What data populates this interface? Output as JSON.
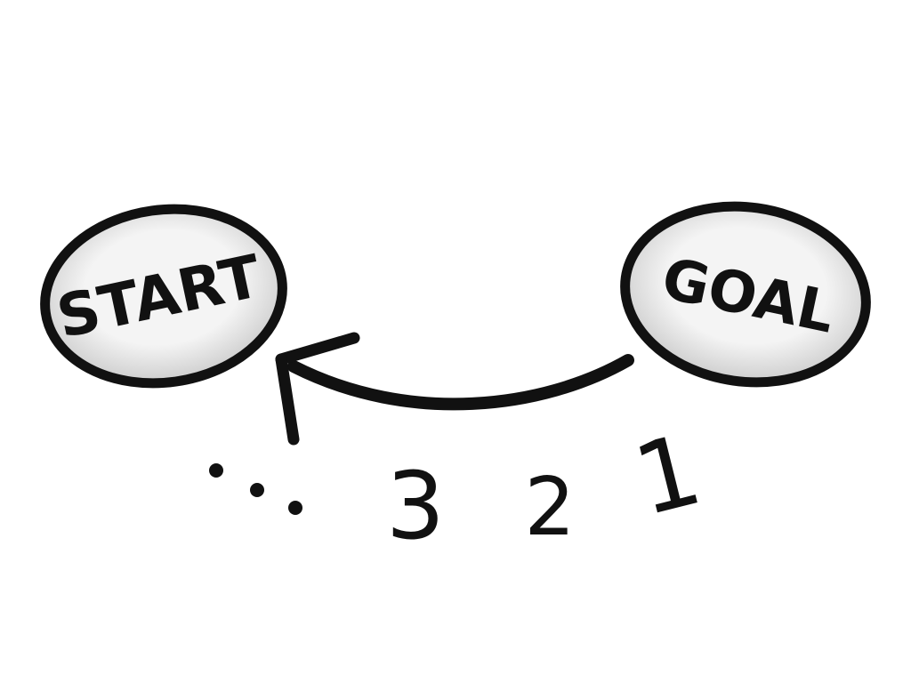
{
  "diagram": {
    "start_node": {
      "label": "START"
    },
    "goal_node": {
      "label": "GOAL"
    },
    "countdown": {
      "ellipsis": "...",
      "numbers": [
        "3",
        "2",
        "1"
      ]
    }
  },
  "colors": {
    "ink": "#111111",
    "node_fill_inner": "#f4f4f4",
    "node_fill_outer": "#c4c4c4",
    "background": "#ffffff"
  }
}
